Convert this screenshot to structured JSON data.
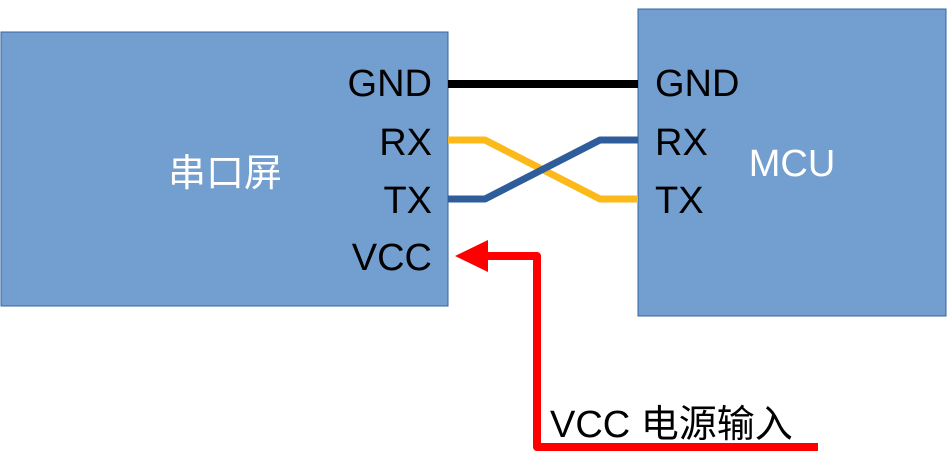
{
  "left_block": {
    "title": "串口屏",
    "pins": {
      "gnd": "GND",
      "rx": "RX",
      "tx": "TX",
      "vcc": "VCC"
    }
  },
  "right_block": {
    "title": "MCU",
    "pins": {
      "gnd": "GND",
      "rx": "RX",
      "tx": "TX"
    }
  },
  "power": {
    "label": "VCC 电源输入"
  },
  "colors": {
    "block_fill": "#729fcf",
    "gnd_wire": "#000000",
    "yellow_wire": "#fcb91a",
    "blue_wire": "#2f5d9b",
    "power_wire": "#ff0000"
  }
}
